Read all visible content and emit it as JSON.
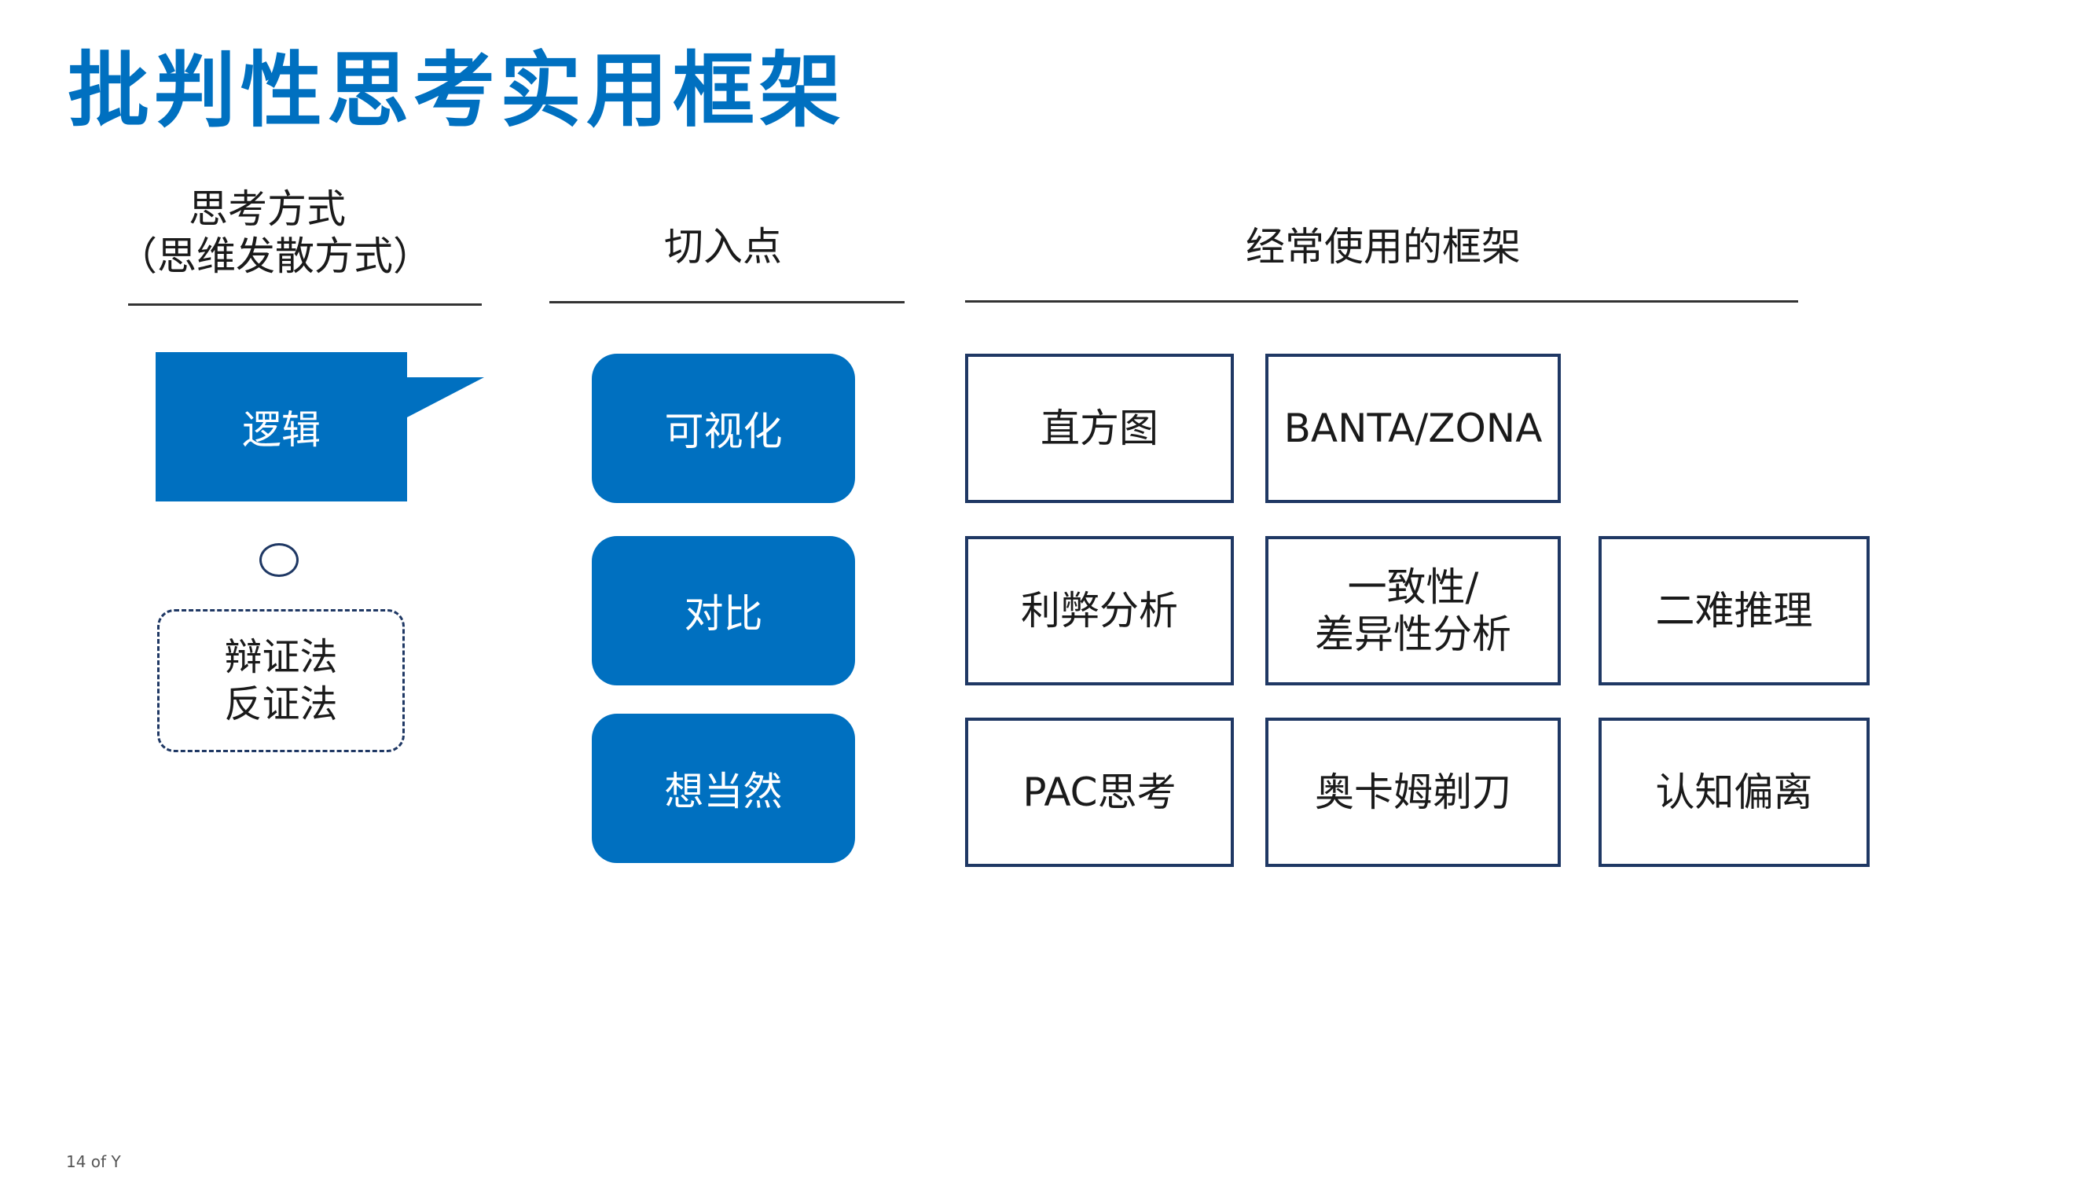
{
  "title": "批判性思考实用框架",
  "headers": {
    "thinking_mode_line1": "思考方式",
    "thinking_mode_line2": "（思维发散方式）",
    "entry_point": "切入点",
    "frameworks": "经常使用的框架"
  },
  "thinking_mode": {
    "logic": "逻辑",
    "dialectic_line1": "辩证法",
    "dialectic_line2": "反证法"
  },
  "entry_points": [
    "可视化",
    "对比",
    "想当然"
  ],
  "frameworks": {
    "row1": [
      "直方图",
      "BANTA/ZONA"
    ],
    "row2": [
      "利弊分析",
      "一致性/",
      "差异性分析",
      "二难推理"
    ],
    "row3": [
      "PAC思考",
      "奥卡姆剃刀",
      "认知偏离"
    ]
  },
  "colors": {
    "accent": "#0070c0",
    "border": "#1f3864"
  },
  "footer": {
    "page": "14 of Y"
  }
}
